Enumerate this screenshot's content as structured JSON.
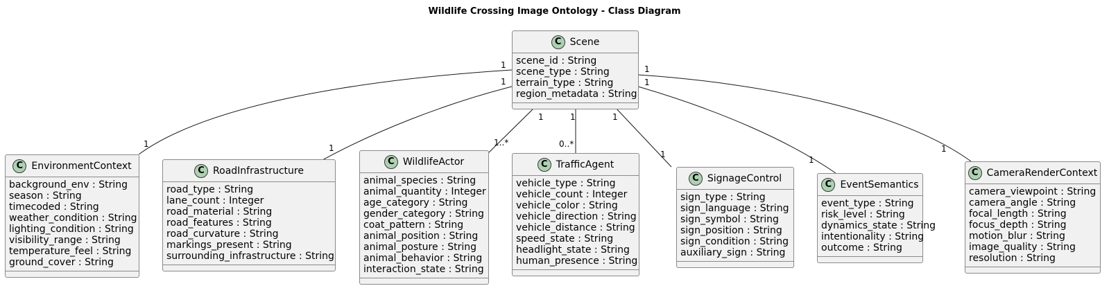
{
  "title": "Wildlife Crossing Image Ontology - Class Diagram",
  "stereotype_glyph": "C",
  "classes": {
    "scene": {
      "name": "Scene",
      "attributes": [
        "scene_id : String",
        "scene_type : String",
        "terrain_type : String",
        "region_metadata : String"
      ]
    },
    "environment_context": {
      "name": "EnvironmentContext",
      "attributes": [
        "background_env : String",
        "season : String",
        "timecoded : String",
        "weather_condition : String",
        "lighting_condition : String",
        "visibility_range : String",
        "temperature_feel : String",
        "ground_cover : String"
      ]
    },
    "road_infrastructure": {
      "name": "RoadInfrastructure",
      "attributes": [
        "road_type : String",
        "lane_count : Integer",
        "road_material : String",
        "road_features : String",
        "road_curvature : String",
        "markings_present : String",
        "surrounding_infrastructure : String"
      ]
    },
    "wildlife_actor": {
      "name": "WildlifeActor",
      "attributes": [
        "animal_species : String",
        "animal_quantity : Integer",
        "age_category : String",
        "gender_category : String",
        "coat_pattern : String",
        "animal_position : String",
        "animal_posture : String",
        "animal_behavior : String",
        "interaction_state : String"
      ]
    },
    "traffic_agent": {
      "name": "TrafficAgent",
      "attributes": [
        "vehicle_type : String",
        "vehicle_count : Integer",
        "vehicle_color : String",
        "vehicle_direction : String",
        "vehicle_distance : String",
        "speed_state : String",
        "headlight_state : String",
        "human_presence : String"
      ]
    },
    "signage_control": {
      "name": "SignageControl",
      "attributes": [
        "sign_type : String",
        "sign_language : String",
        "sign_symbol : String",
        "sign_position : String",
        "sign_condition : String",
        "auxiliary_sign : String"
      ]
    },
    "event_semantics": {
      "name": "EventSemantics",
      "attributes": [
        "event_type : String",
        "risk_level : String",
        "dynamics_state : String",
        "intentionality : String",
        "outcome : String"
      ]
    },
    "camera_render_context": {
      "name": "CameraRenderContext",
      "attributes": [
        "camera_viewpoint : String",
        "camera_angle : String",
        "focal_length : String",
        "focus_depth : String",
        "motion_blur : String",
        "image_quality : String",
        "resolution : String"
      ]
    }
  },
  "associations": [
    {
      "from": "Scene",
      "to": "EnvironmentContext",
      "from_mult": "1",
      "to_mult": "1"
    },
    {
      "from": "Scene",
      "to": "RoadInfrastructure",
      "from_mult": "1",
      "to_mult": "1"
    },
    {
      "from": "Scene",
      "to": "WildlifeActor",
      "from_mult": "1",
      "to_mult": "1..*"
    },
    {
      "from": "Scene",
      "to": "TrafficAgent",
      "from_mult": "1",
      "to_mult": "0..*"
    },
    {
      "from": "Scene",
      "to": "SignageControl",
      "from_mult": "1",
      "to_mult": "1"
    },
    {
      "from": "Scene",
      "to": "EventSemantics",
      "from_mult": "1",
      "to_mult": "1"
    },
    {
      "from": "Scene",
      "to": "CameraRenderContext",
      "from_mult": "1",
      "to_mult": "1"
    }
  ],
  "colors": {
    "class_fill": "#f1f1f1",
    "class_border": "#8a8a8a",
    "badge_fill": "#add1b2",
    "line": "#181818"
  }
}
